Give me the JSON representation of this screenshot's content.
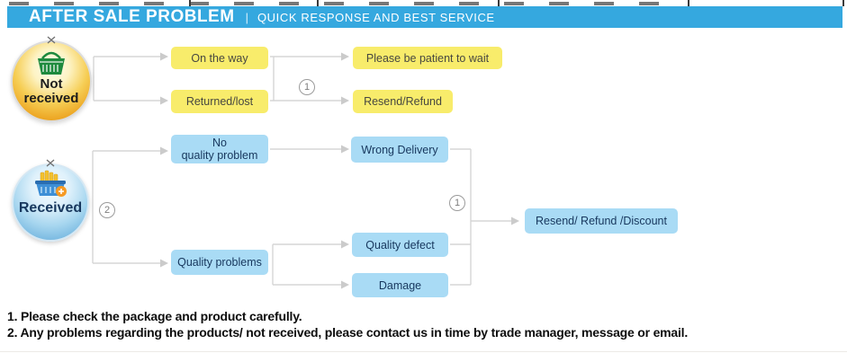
{
  "header": {
    "title": "AFTER SALE PROBLEM",
    "divider": "|",
    "subtitle": "QUICK RESPONSE AND BEST SERVICE"
  },
  "colors": {
    "banner_bg": "#35A8DF",
    "yellow_node_bg": "#F8EC6B",
    "blue_node_bg": "#A9DBF5",
    "blue_node_text": "#17375D",
    "connector_gray": "#D5D5D5",
    "not_received_sphere": "#EDA826",
    "received_sphere": "#6FB3DE"
  },
  "icons": {
    "not_received": "green-shopping-basket-icon",
    "received": "blue-shopping-basket-icon",
    "hanger": "clip-icon"
  },
  "flow": {
    "sources": [
      {
        "id": "not-received",
        "label": "Not\nreceived"
      },
      {
        "id": "received",
        "label": "Received"
      }
    ],
    "badges": [
      {
        "id": "badge-1-top",
        "label": "1"
      },
      {
        "id": "badge-2",
        "label": "2"
      },
      {
        "id": "badge-1-right",
        "label": "1"
      }
    ],
    "yellow_nodes": [
      {
        "id": "on-the-way",
        "label": "On the way"
      },
      {
        "id": "returned-lost",
        "label": "Returned/lost"
      },
      {
        "id": "please-wait",
        "label": "Please be patient to wait"
      },
      {
        "id": "resend-refund",
        "label": "Resend/Refund"
      }
    ],
    "blue_nodes": [
      {
        "id": "no-quality-problem",
        "label": "No\nquality problem"
      },
      {
        "id": "quality-problems",
        "label": "Quality problems"
      },
      {
        "id": "wrong-delivery",
        "label": "Wrong Delivery"
      },
      {
        "id": "quality-defect",
        "label": "Quality defect"
      },
      {
        "id": "damage",
        "label": "Damage"
      },
      {
        "id": "resend-refund-discount",
        "label": "Resend/ Refund /Discount"
      }
    ]
  },
  "footer": {
    "line1": "1. Please check the package and product carefully.",
    "line2": "2. Any problems regarding the products/ not received, please contact us in time by trade manager, message or email."
  }
}
